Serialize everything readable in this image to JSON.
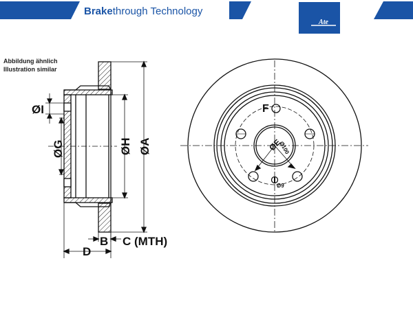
{
  "header": {
    "brand_bold": "Brake",
    "brand_rest": "through Technology",
    "logo_text": "Ate",
    "accent_color": "#1a54a6"
  },
  "note": {
    "line1": "Abbildung ähnlich",
    "line2": "Illustration similar"
  },
  "side_view_labels": {
    "dim_i": "ØI",
    "dim_g": "ØG",
    "dim_h": "ØH",
    "dim_a": "ØA",
    "dim_b": "B",
    "dim_c": "C (MTH)",
    "dim_d": "D"
  },
  "front_view_labels": {
    "dim_f": "F",
    "dim_e": "ØE",
    "bolt_circle": "Ø100",
    "hole_dia": "Ø9"
  }
}
